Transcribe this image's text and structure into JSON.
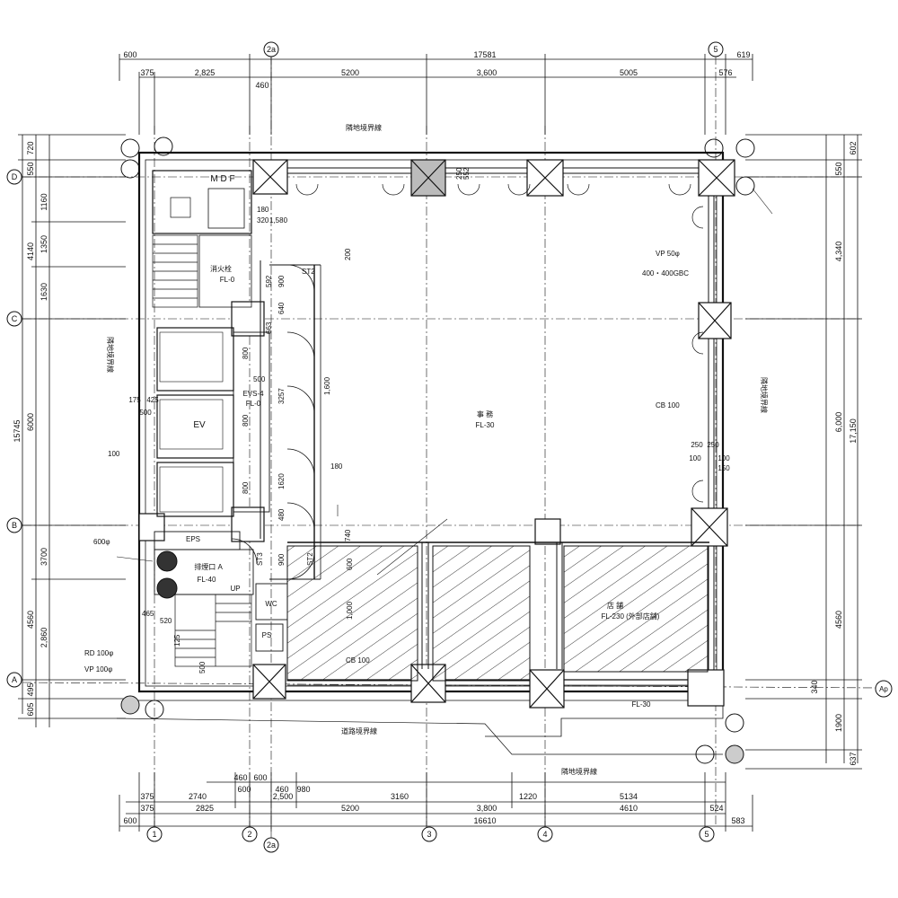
{
  "dims": {
    "top_total": "17581",
    "top_left_overhang": "600",
    "top_right_overhang": "619",
    "top_row1": [
      "375",
      "2,825",
      "5200",
      "3,600",
      "5005",
      "576"
    ],
    "top_460": "460",
    "bottom_row1": [
      "460",
      "600"
    ],
    "bottom_row2": [
      "600",
      "460",
      "980"
    ],
    "bottom_row3": [
      "375",
      "2740",
      "2,500",
      "3160",
      "1220",
      "5134"
    ],
    "bottom_row4": [
      "375",
      "2825",
      "5200",
      "3,800",
      "4610",
      "524"
    ],
    "bottom_total": "16610",
    "bottom_left_overhang": "600",
    "bottom_right_overhang": "583",
    "left_outer": [
      "720",
      "550",
      "1160",
      "1350",
      "4140",
      "1630",
      "15745",
      "6000",
      "3700",
      "4560",
      "2,860",
      "495",
      "605"
    ],
    "left_inner": [
      "175",
      "425",
      "500"
    ],
    "right_outer": [
      "602",
      "550",
      "4,340",
      "6,000",
      "17,150",
      "4560",
      "1900",
      "637",
      "340"
    ],
    "right_inner": [
      "250",
      "250",
      "100",
      "100",
      "150"
    ]
  },
  "axes": {
    "top": [
      "2a",
      "5"
    ],
    "bottom": [
      "1",
      "2",
      "2a",
      "3",
      "4",
      "5"
    ],
    "left": [
      "D",
      "C",
      "B",
      "A"
    ],
    "right": [
      "Ap"
    ]
  },
  "rooms": {
    "mdf": "M D F",
    "office": "事 務",
    "office_fl": "FL-30",
    "store": "店 舗",
    "store_fl": "FL-230 (外部店舗)",
    "ev": "EV",
    "evsa": "EVS-4",
    "evsa_fl": "FL-0",
    "fl40": "FL-40",
    "fl30_south": "FL-30",
    "fl0": "FL-0",
    "eps": "EPS",
    "ps": "PS",
    "up": "UP",
    "wc": "WC",
    "pipe_label": "排煙口 A",
    "fire": "消火栓"
  },
  "labels": {
    "top_boundary": "隣地境界線",
    "bottom_boundary": "道路境界線",
    "bottom_boundary2": "隣地境界線",
    "right_boundary": "隣地境界線",
    "left_boundary": "隣地境界線",
    "finish_1": "VP 50φ",
    "finish_2": "400・400GBC",
    "finish_3": "CB 100",
    "vp_600": "600φ",
    "rd_100": "RD 100φ",
    "vp_100": "VP 100φ",
    "note_cb": "CB 100",
    "st1": "ST2",
    "st2": "ST2",
    "st3": "ST3",
    "st_1600": "1,600",
    "d_1580": "1,580",
    "d_180": "180",
    "d_320": "320",
    "d_3257": "3257",
    "d_800a": "800",
    "d_800b": "800",
    "d_800c": "800",
    "d_500": "500",
    "d_1620": "1620",
    "d_480": "480",
    "d_900a": "900",
    "d_900b": "900",
    "d_592": "592",
    "d_640": "640",
    "d_663": "663",
    "d_180b": "180",
    "d_200": "200",
    "d_250": "250",
    "d_552": "552",
    "d_740": "740",
    "d_600": "600",
    "d_1000": "1,000",
    "d_465": "465",
    "d_520": "520",
    "d_500b": "500",
    "d_125": "125",
    "d_100": "100"
  }
}
